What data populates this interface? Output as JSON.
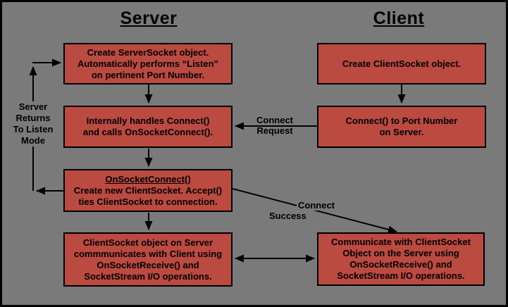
{
  "colors": {
    "background": "#7a7a7a",
    "box_fill": "#bb4a41",
    "line_and_border": "#000000",
    "text": "#000000"
  },
  "headers": {
    "server": "Server",
    "client": "Client"
  },
  "boxes": {
    "server_create": {
      "lines": [
        "Create ServerSocket object.",
        "Automatically performs “Listen”",
        "on pertinent Port Number."
      ]
    },
    "server_handles": {
      "lines": [
        "Internally handles Connect()",
        "and calls OnSocketConnect()."
      ]
    },
    "server_onsocketconnect": {
      "title": "OnSocketConnect()",
      "lines": [
        "Create new ClientSocket. Accept()",
        "ties ClientSocket to connection."
      ]
    },
    "server_communicate": {
      "lines": [
        "ClientSocket object on Server",
        "commmunicates with Client using",
        "OnSocketReceive() and",
        "SocketStream I/O operations."
      ]
    },
    "client_create": {
      "lines": [
        "Create ClientSocket object."
      ]
    },
    "client_connect": {
      "lines": [
        "Connect() to Port Number",
        "on Server."
      ]
    },
    "client_communicate": {
      "lines": [
        "Communicate with ClientSocket",
        "Object on the Server using",
        "OnSocketReceive() and",
        "SocketStream I/O operations."
      ]
    }
  },
  "labels": {
    "server_returns": {
      "lines": [
        "Server",
        "Returns",
        "To Listen",
        "Mode"
      ]
    },
    "connect_request": {
      "lines": [
        "Connect",
        "Request"
      ]
    },
    "connect_success": {
      "lines": [
        "Connect",
        "Success"
      ]
    }
  }
}
